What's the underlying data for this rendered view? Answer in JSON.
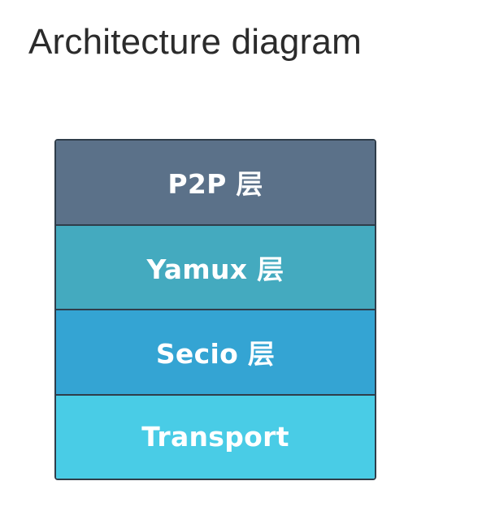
{
  "title": "Architecture diagram",
  "layers": [
    {
      "label": "P2P 层",
      "color": "#5b7189"
    },
    {
      "label": "Yamux 层",
      "color": "#44aabf"
    },
    {
      "label": "Secio 层",
      "color": "#34a4d3"
    },
    {
      "label": "Transport",
      "color": "#49cce6"
    }
  ]
}
